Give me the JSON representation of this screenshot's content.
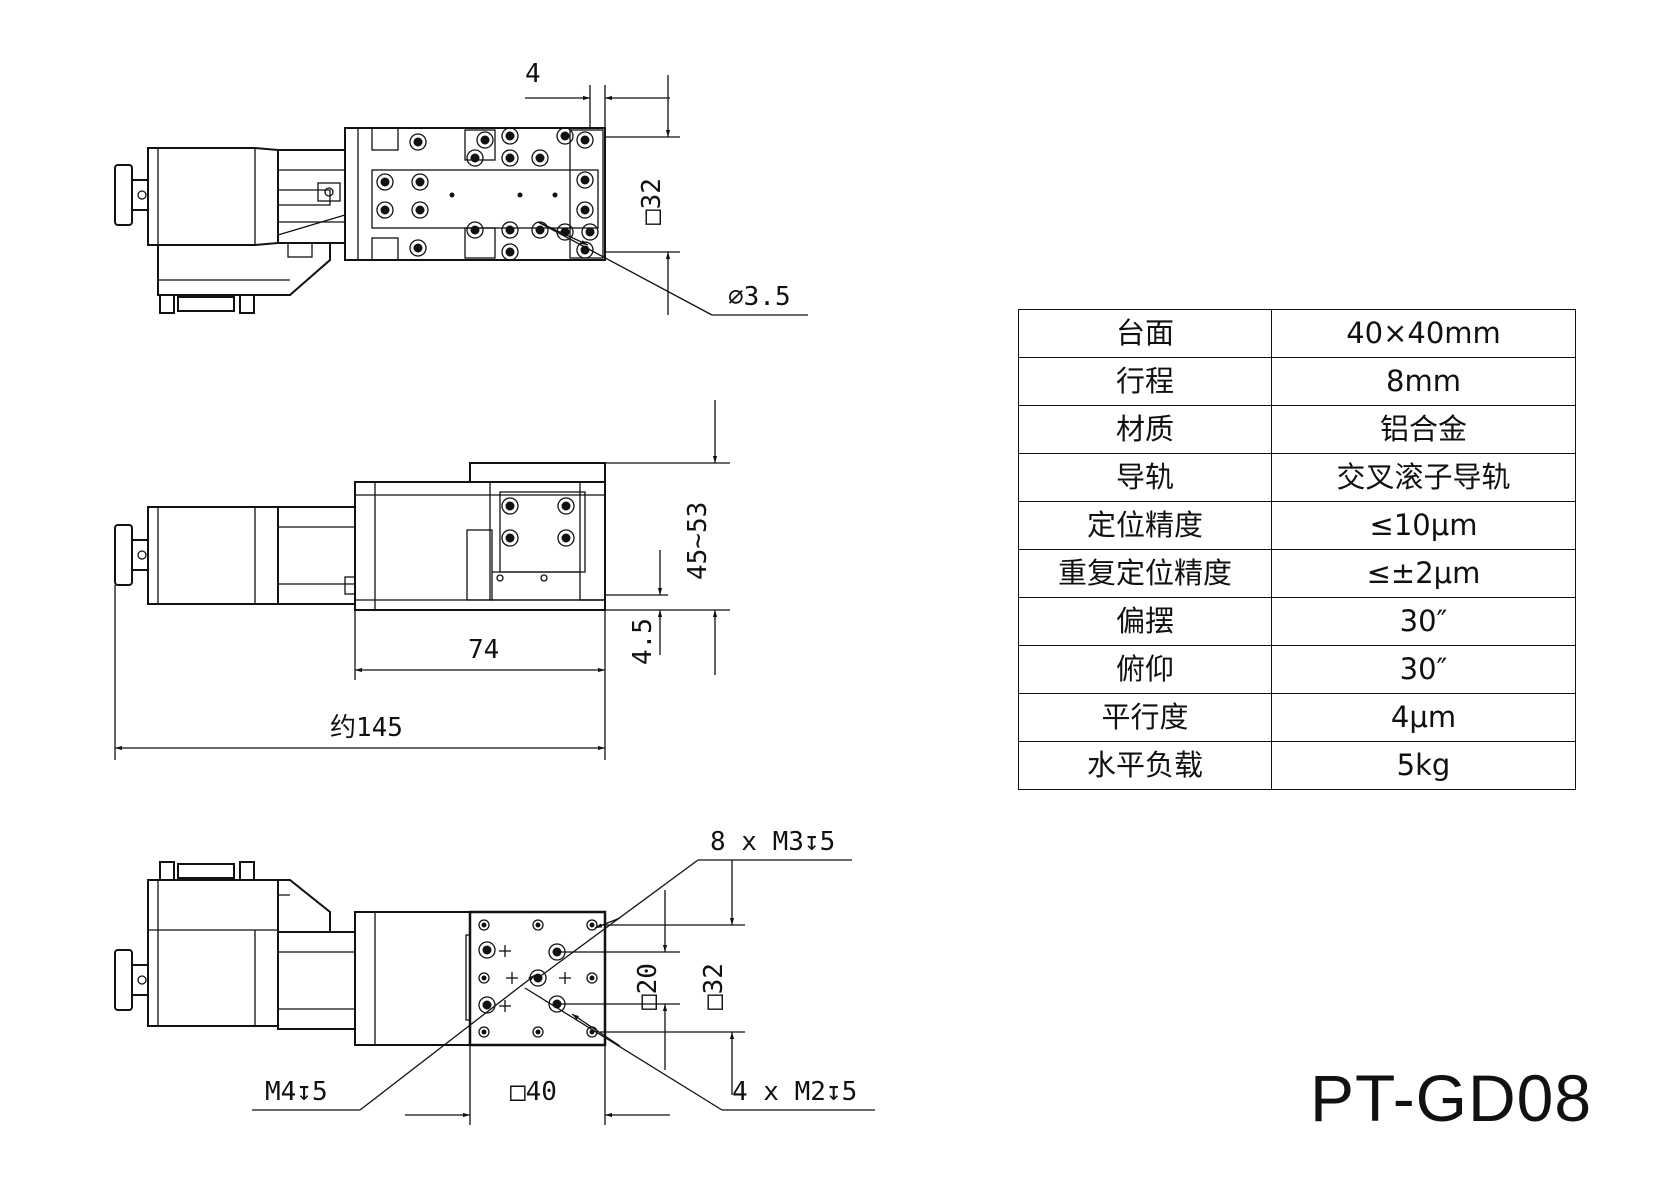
{
  "top_view": {
    "dim_offset": "4",
    "dim_square": "□32",
    "dim_hole": "∅3.5"
  },
  "side_view": {
    "dim_height": "45~53",
    "dim_base": "4.5",
    "dim_length": "74",
    "dim_total": "约145"
  },
  "bottom_view": {
    "callout_m3": "8 x M3↧5",
    "callout_m4": "M4↧5",
    "callout_m2": "4 x M2↧5",
    "dim_inner": "□20",
    "dim_middle": "□32",
    "dim_outer": "□40"
  },
  "spec_table": {
    "rows": [
      {
        "label": "台面",
        "value": "40×40mm"
      },
      {
        "label": "行程",
        "value": "8mm"
      },
      {
        "label": "材质",
        "value": "铝合金"
      },
      {
        "label": "导轨",
        "value": "交叉滚子导轨"
      },
      {
        "label": "定位精度",
        "value": "≤10μm"
      },
      {
        "label": "重复定位精度",
        "value": "≤±2μm"
      },
      {
        "label": "偏摆",
        "value": "30″"
      },
      {
        "label": "俯仰",
        "value": "30″"
      },
      {
        "label": "平行度",
        "value": "4μm"
      },
      {
        "label": "水平负载",
        "value": "5kg"
      }
    ]
  },
  "model": "PT-GD08"
}
